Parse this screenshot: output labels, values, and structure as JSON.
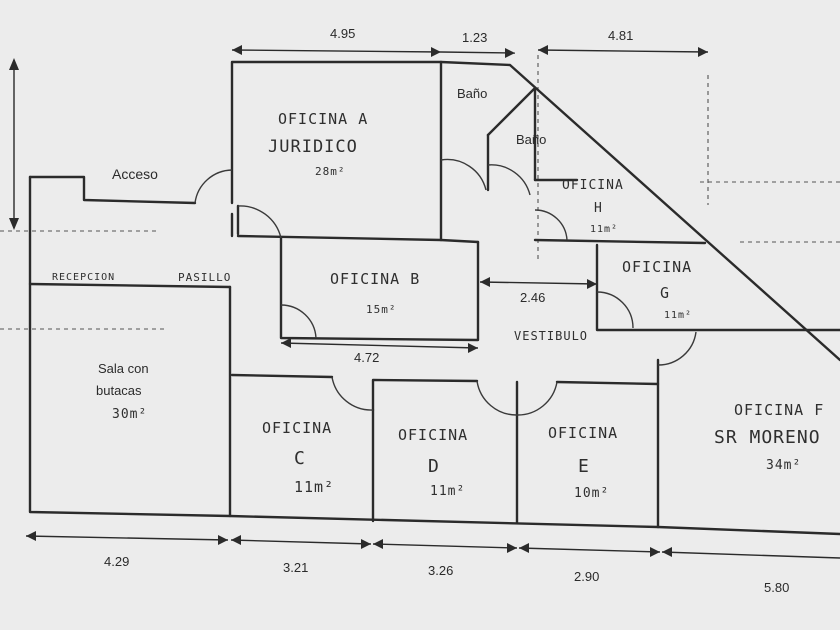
{
  "dimensions": {
    "top_a": "4.95",
    "top_b": "1.23",
    "top_c": "4.81",
    "oficina_b_width": "4.72",
    "vestibulo_width": "2.46",
    "bottom_a": "4.29",
    "bottom_b": "3.21",
    "bottom_c": "3.26",
    "bottom_d": "2.90",
    "bottom_e": "5.80"
  },
  "rooms": {
    "oficina_a": {
      "title": "OFICINA A",
      "subtitle": "JURIDICO",
      "area": "28m²"
    },
    "bano_1": {
      "label": "Baño"
    },
    "bano_2": {
      "label": "Baño"
    },
    "oficina_h": {
      "title": "OFICINA",
      "letter": "H",
      "area": "11m²"
    },
    "oficina_b": {
      "title": "OFICINA B",
      "area": "15m²"
    },
    "oficina_g": {
      "title": "OFICINA",
      "letter": "G",
      "area": "11m²"
    },
    "vestibulo": {
      "label": "VESTIBULO"
    },
    "acceso": {
      "label": "Acceso"
    },
    "recepcion": {
      "label": "RECEPCION"
    },
    "pasillo": {
      "label": "PASILLO"
    },
    "sala": {
      "line1": "Sala con",
      "line2": "butacas",
      "area": "30m²"
    },
    "oficina_c": {
      "title": "OFICINA",
      "letter": "C",
      "area": "11m²"
    },
    "oficina_d": {
      "title": "OFICINA",
      "letter": "D",
      "area": "11m²"
    },
    "oficina_e": {
      "title": "OFICINA",
      "letter": "E",
      "area": "10m²"
    },
    "oficina_f": {
      "title": "OFICINA F",
      "subtitle": "SR MORENO",
      "area": "34m²"
    }
  }
}
